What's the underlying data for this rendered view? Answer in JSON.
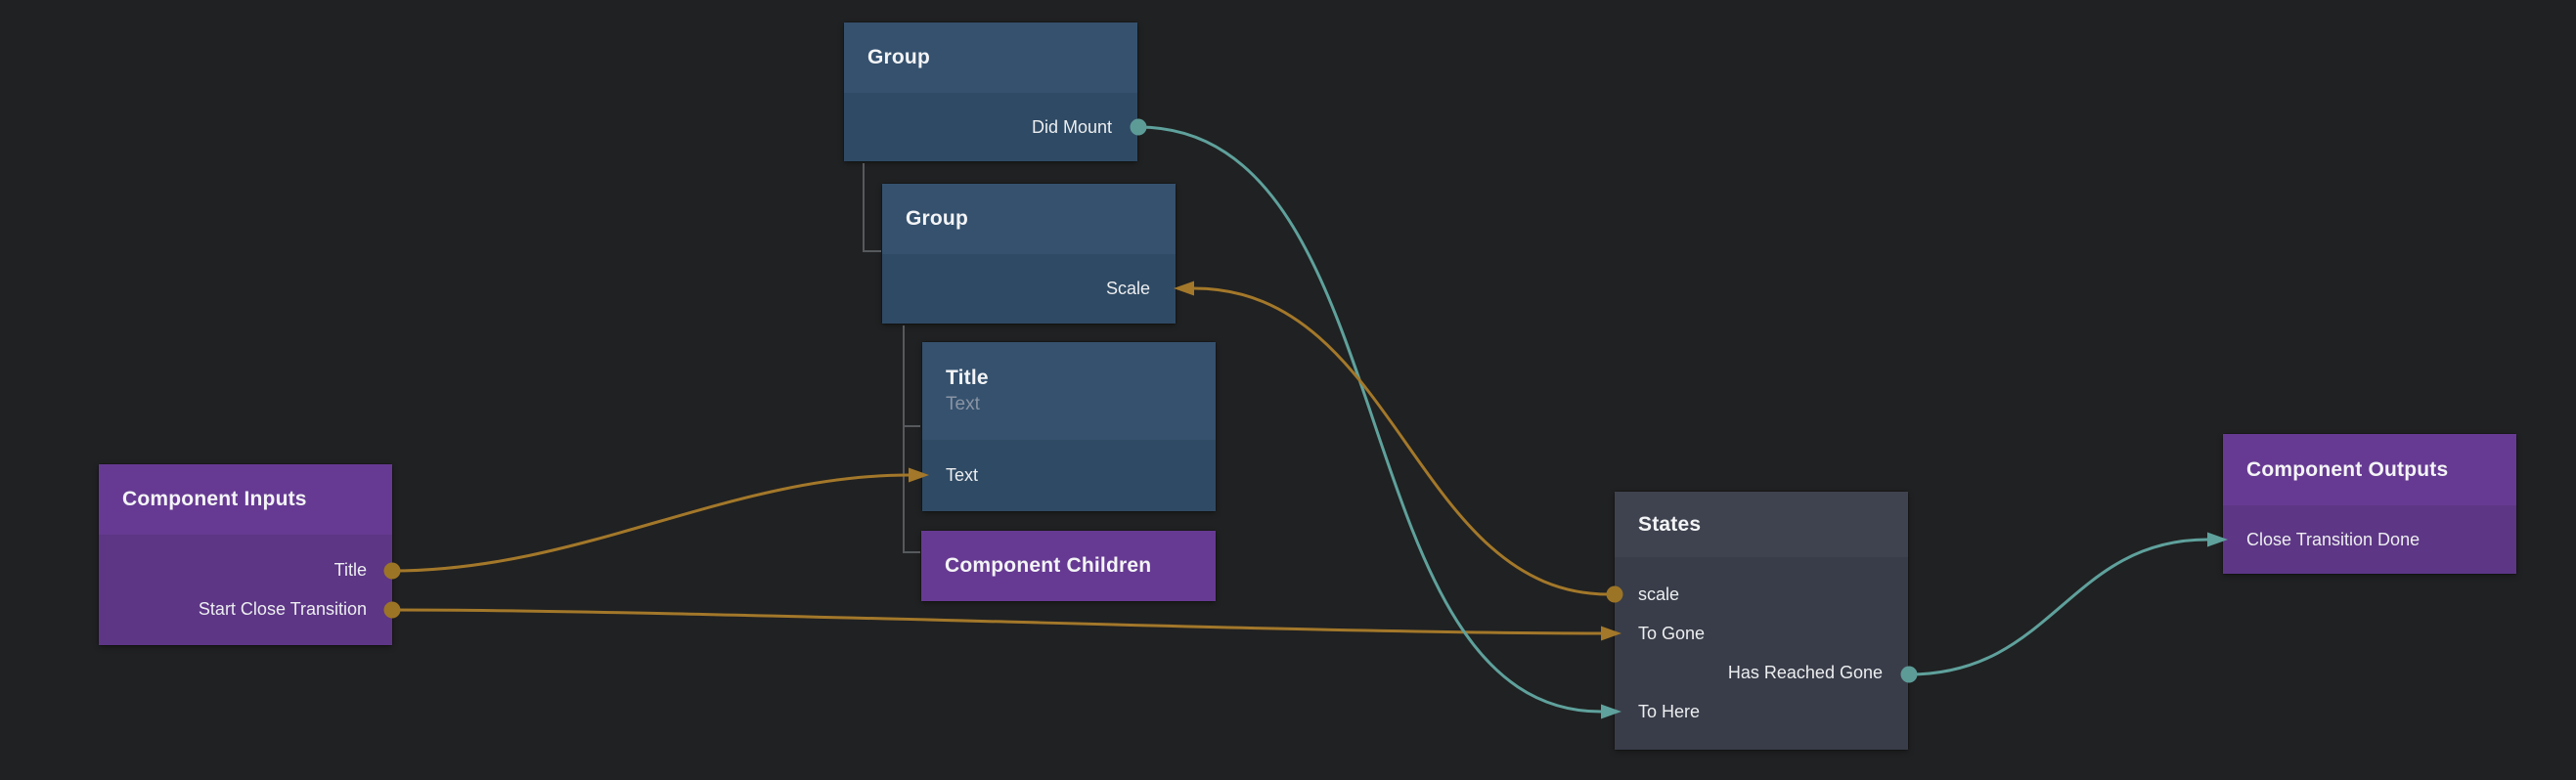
{
  "canvas": {
    "background": "#202122"
  },
  "colors": {
    "node_blue_header": "#35516e",
    "node_blue_body": "#2f4a64",
    "node_gray_header": "#3f434f",
    "node_gray_body": "#393d49",
    "node_purple_header": "#663a92",
    "node_purple_body": "#5d3685",
    "edge_data": "#a3782a",
    "edge_signal": "#5fa19c",
    "tree_line": "#56595d"
  },
  "nodes": {
    "group_top": {
      "title": "Group",
      "ports": {
        "did_mount": "Did Mount"
      }
    },
    "group_inner": {
      "title": "Group",
      "ports": {
        "scale": "Scale"
      }
    },
    "title_text": {
      "title": "Title",
      "subtitle": "Text",
      "ports": {
        "text": "Text"
      }
    },
    "component_children": {
      "title": "Component Children"
    },
    "component_inputs": {
      "title": "Component Inputs",
      "ports": {
        "title": "Title",
        "start_close_transition": "Start Close Transition"
      }
    },
    "states": {
      "title": "States",
      "ports": {
        "scale": "scale",
        "to_gone": "To Gone",
        "has_reached_gone": "Has Reached Gone",
        "to_here": "To Here"
      }
    },
    "component_outputs": {
      "title": "Component Outputs",
      "ports": {
        "close_transition_done": "Close Transition Done"
      }
    }
  },
  "edges": [
    {
      "from": "Component Inputs.Title",
      "to": "Title.Text",
      "type": "data"
    },
    {
      "from": "Component Inputs.Start Close Transition",
      "to": "States.To Gone",
      "type": "data"
    },
    {
      "from": "Group.Did Mount",
      "to": "States.To Here",
      "type": "signal"
    },
    {
      "from": "States.scale",
      "to": "Group.Scale",
      "type": "data"
    },
    {
      "from": "States.Has Reached Gone",
      "to": "Component Outputs.Close Transition Done",
      "type": "signal"
    }
  ],
  "hierarchy": [
    {
      "parent": "Group",
      "child": "Group"
    },
    {
      "parent": "Group",
      "child": "Title"
    },
    {
      "parent": "Group",
      "child": "Component Children"
    }
  ]
}
